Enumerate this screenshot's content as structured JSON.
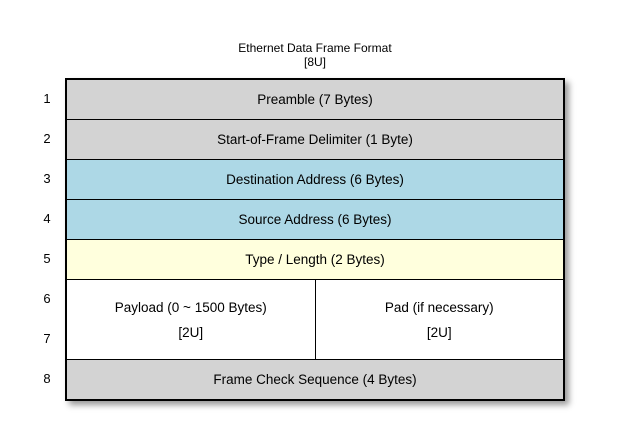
{
  "diagram": {
    "title": "Ethernet Data Frame Format",
    "subtitle": "[8U]",
    "row_numbers": [
      "1",
      "2",
      "3",
      "4",
      "5",
      "6",
      "7",
      "8"
    ],
    "rows": {
      "preamble": {
        "label": "Preamble (7 Bytes)"
      },
      "sfd": {
        "label": "Start-of-Frame Delimiter (1 Byte)"
      },
      "destination": {
        "label": "Destination Address (6 Bytes)"
      },
      "source": {
        "label": "Source Address (6 Bytes)"
      },
      "type_length": {
        "label": "Type / Length (2 Bytes)"
      },
      "payload": {
        "label": "Payload (0 ~ 1500 Bytes)",
        "sublabel": "[2U]"
      },
      "pad": {
        "label": "Pad (if necessary)",
        "sublabel": "[2U]"
      },
      "fcs": {
        "label": "Frame Check Sequence (4 Bytes)"
      }
    },
    "colors": {
      "header_gray": "#d3d3d3",
      "address_blue": "#add8e6",
      "type_yellow": "#ffffdd",
      "payload_white": "#ffffff",
      "border_black": "#000000"
    }
  }
}
